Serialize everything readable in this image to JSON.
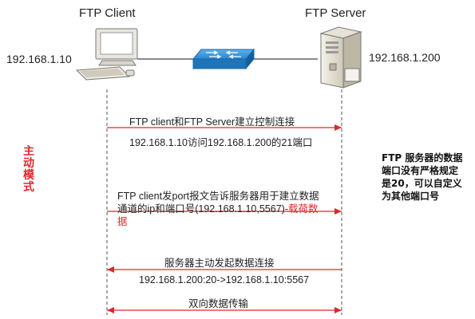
{
  "client": {
    "title": "FTP Client",
    "ip": "192.168.1.10"
  },
  "server": {
    "title": "FTP Server",
    "ip": "192.168.1.200"
  },
  "mode_label": [
    "主",
    "动",
    "模",
    "式"
  ],
  "note_lines": [
    "FTP 服务器的数据",
    "端口没有严格规定",
    "是20，可以自定义",
    "为其他端口号"
  ],
  "messages": {
    "control_title": "FTP client和FTP Server建立控制连接",
    "control_detail": "192.168.1.10访问192.168.1.200的21端口",
    "port_line1": "FTP client发port报文告诉服务器用于建立数据",
    "port_line2_prefix": "通道的ip和端口号(192.168.1.10,5567)-",
    "port_line2_red": "载荷数",
    "port_line3_red": "据",
    "server_connect": "服务器主动发起数据连接",
    "server_connect_detail": "192.168.1.200:20->192.168.1.10:5567",
    "bidirectional": "双向数据传输"
  },
  "colors": {
    "arrow": "#e0262a",
    "lifeline": "#555555",
    "switch": "#2a86d1",
    "mode_label": "#e0262a"
  }
}
